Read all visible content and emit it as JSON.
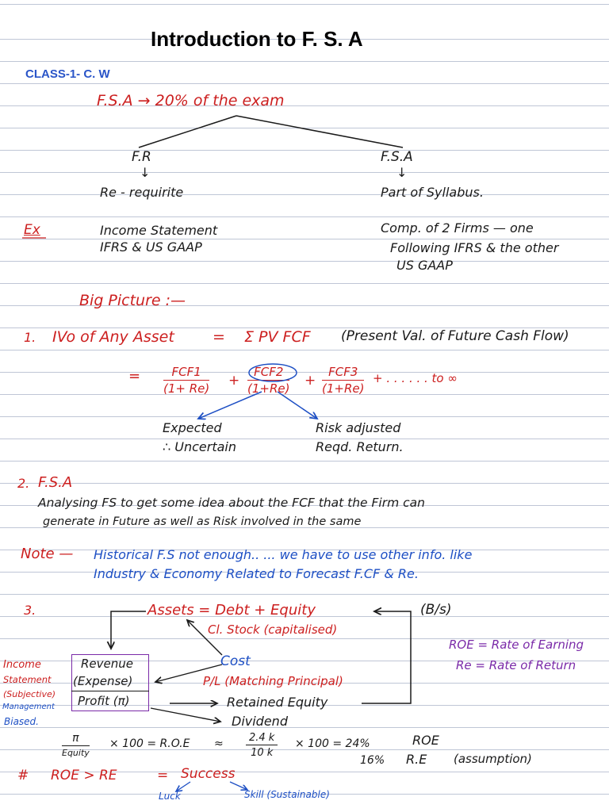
{
  "title": "Introduction to F. S. A",
  "class_label": "CLASS-1- C. W",
  "top": {
    "fsa_weight": "F.S.A → 20% of the exam",
    "left_branch": "F.R",
    "left_sub": "Re - requirite",
    "right_branch": "F.S.A",
    "right_sub": "Part of Syllabus.",
    "ex_label": "Ex",
    "ex_left_1": "Income Statement",
    "ex_left_2": "IFRS & US GAAP",
    "ex_right_1": "Comp. of 2 Firms — one",
    "ex_right_2": "Following IFRS & the other",
    "ex_right_3": "US GAAP",
    "big_picture": "Big Picture :—"
  },
  "section1": {
    "num": "1.",
    "lhs": "IVo of Any Asset",
    "eq": "=",
    "rhs": "Σ PV FCF",
    "note": "(Present Val. of Future Cash Flow)",
    "eq2": "=",
    "f1_num": "FCF1",
    "f1_den": "(1+ Re)",
    "plus1": "+",
    "f2_num": "FCF2",
    "f2_den": "(1+Re)",
    "plus2": "+",
    "f3_num": "FCF3",
    "f3_den": "(1+Re)",
    "tail": "+ . . . . . . to ∞",
    "exp_1": "Expected",
    "exp_2": "∴ Uncertain",
    "risk_1": "Risk adjusted",
    "risk_2": "Reqd. Return."
  },
  "section2": {
    "num": "2.",
    "head": "F.S.A",
    "line1": "Analysing FS to get some idea about the FCF that the Firm can",
    "line2": "generate in Future as well as Risk involved in the same",
    "note_label": "Note —",
    "note1": "Historical F.S not enough.. ... we have to use other info. like",
    "note2": "Industry & Economy Related to Forecast F.CF & Re."
  },
  "section3": {
    "num": "3.",
    "equation": "Assets = Debt + Equity",
    "bs": "(B/s)",
    "cl_stock": "Cl. Stock (capitalised)",
    "roe_def": "ROE = Rate of Earning",
    "re_def": "Re = Rate of Return",
    "cost": "Cost",
    "pl": "P/L (Matching Principal)",
    "revenue": "Revenue",
    "expense": "(Expense)",
    "profit": "Profit (π)",
    "retained": "Retained Equity",
    "dividend": "Dividend",
    "side_1": "Income",
    "side_2": "Statement",
    "side_3": "(Subjective)",
    "side_4": "Management",
    "side_5": "Biased.",
    "pi_num": "π",
    "pi_den": "Equity",
    "pi_times": "× 100 = R.O.E",
    "approx": "≈",
    "ex_num": "2.4 k",
    "ex_den": "10 k",
    "ex_times": "× 100 = 24%",
    "roe_label": "ROE",
    "pct16": "16%",
    "re_label": "R.E",
    "assump": "(assumption)",
    "hash": "#",
    "roe_gt": "ROE > RE",
    "eq_s": "=",
    "success": "Success",
    "luck": "Luck",
    "skill": "Skill (Sustainable)"
  },
  "colors": {
    "red": "#cc1f1f",
    "blue": "#1d4fc4",
    "purple": "#7a2aa8",
    "black": "#1a1a1a",
    "rule": "#bfc6d6"
  }
}
